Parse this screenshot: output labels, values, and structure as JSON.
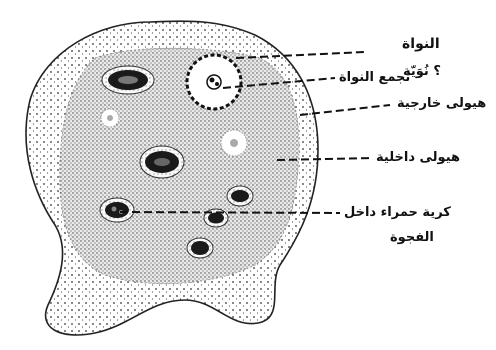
{
  "diagram": {
    "labels": {
      "nucleus": "النواة",
      "nucleolus": "؟ نُوَيّة",
      "karyosome": "تجمع النواة",
      "ectoplasm": "هيولى خارجية",
      "endoplasm": "هيولى داخلية",
      "rbc_line1": "كرية حمراء داخل",
      "rbc_line2": "الفجوة"
    }
  }
}
